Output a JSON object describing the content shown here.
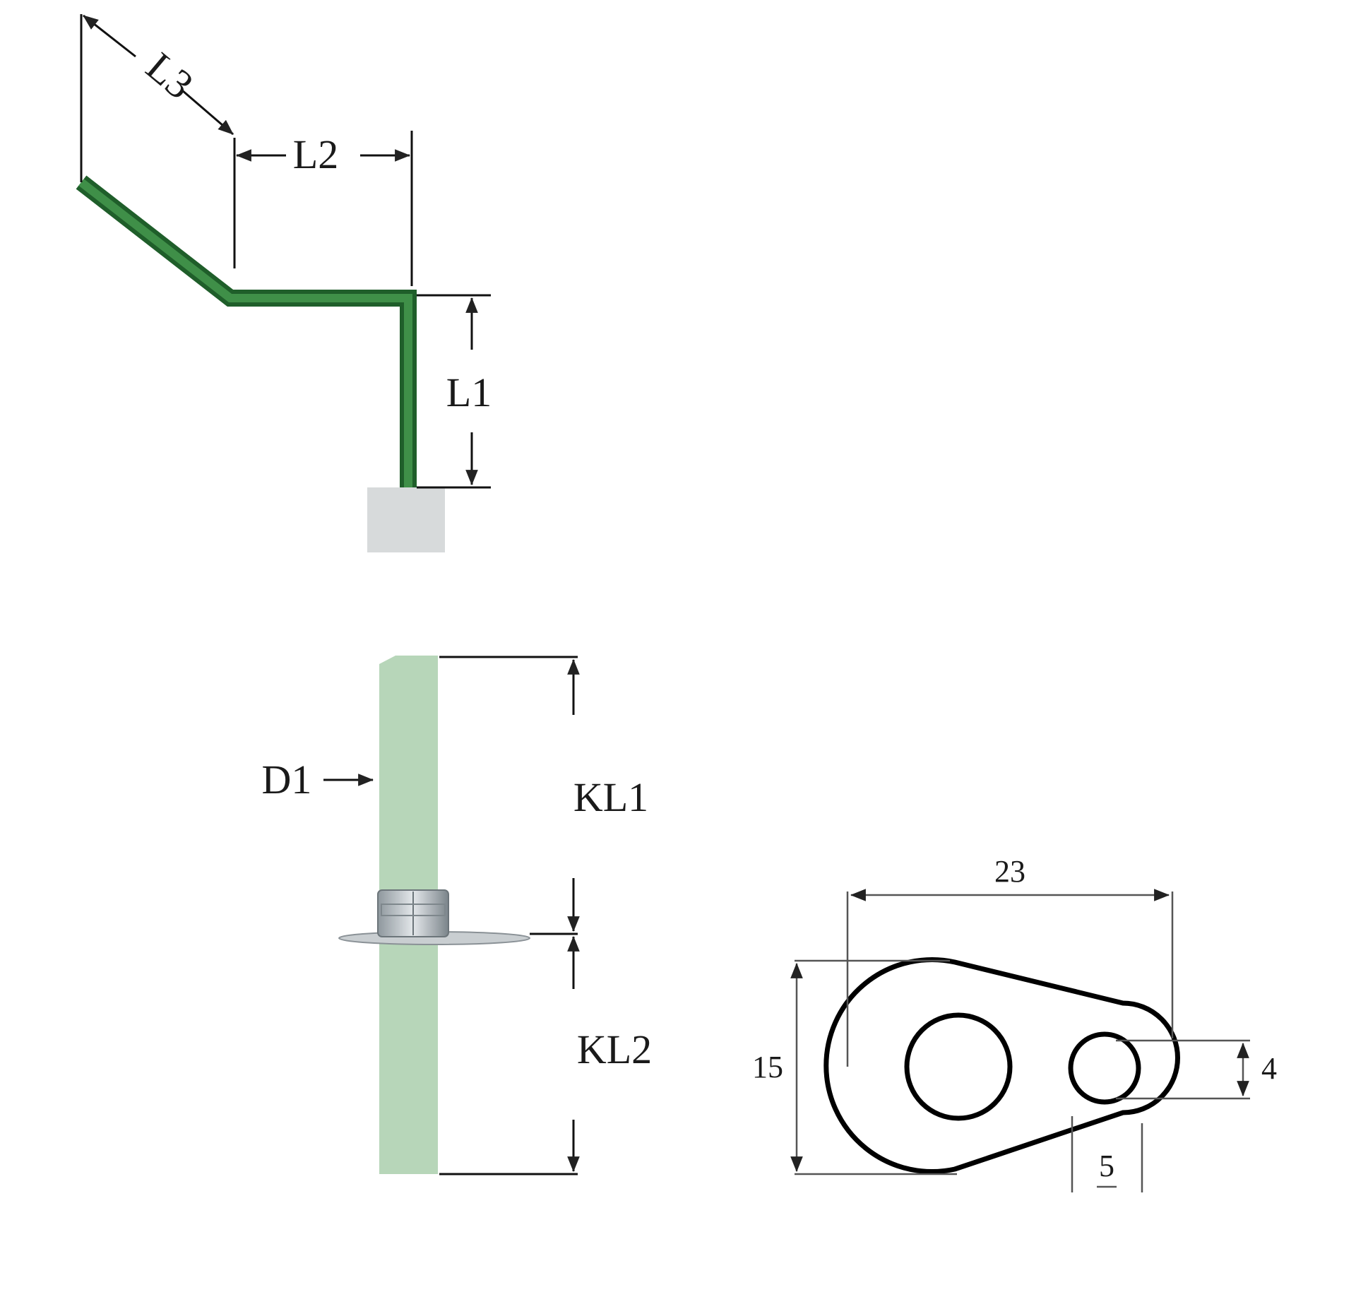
{
  "electrode": {
    "labels": {
      "l1": "L1",
      "l2": "L2",
      "l3": "L3"
    }
  },
  "rod": {
    "labels": {
      "d1": "D1",
      "kl1": "KL1",
      "kl2": "KL2"
    }
  },
  "lug": {
    "dimensions": {
      "width": "23",
      "height": "15",
      "hole": "4",
      "offset": "5"
    }
  },
  "colors": {
    "wire_green": "#3f8f48",
    "wire_dark": "#1f5e2a",
    "rod_green": "#b7d6b9",
    "insulator_grey": "#d7dadb",
    "nut_metal": "#b8bfc4"
  }
}
